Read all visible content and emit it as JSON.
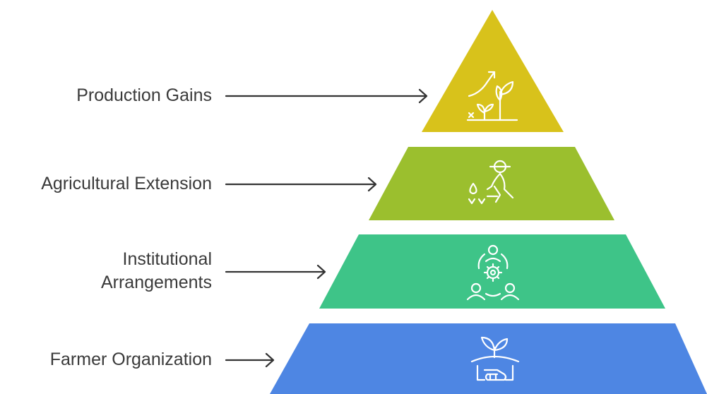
{
  "levels": [
    {
      "label_lines": [
        "Production Gains"
      ],
      "color": "#D8C21B",
      "icon": "growth-chart-plant-icon"
    },
    {
      "label_lines": [
        "Agricultural Extension"
      ],
      "color": "#9BBF2E",
      "icon": "farmer-planting-icon"
    },
    {
      "label_lines": [
        "Institutional",
        "Arrangements"
      ],
      "color": "#3EC488",
      "icon": "people-network-gear-icon"
    },
    {
      "label_lines": [
        "Farmer Organization"
      ],
      "color": "#4E86E3",
      "icon": "handshake-sprout-icon"
    }
  ]
}
